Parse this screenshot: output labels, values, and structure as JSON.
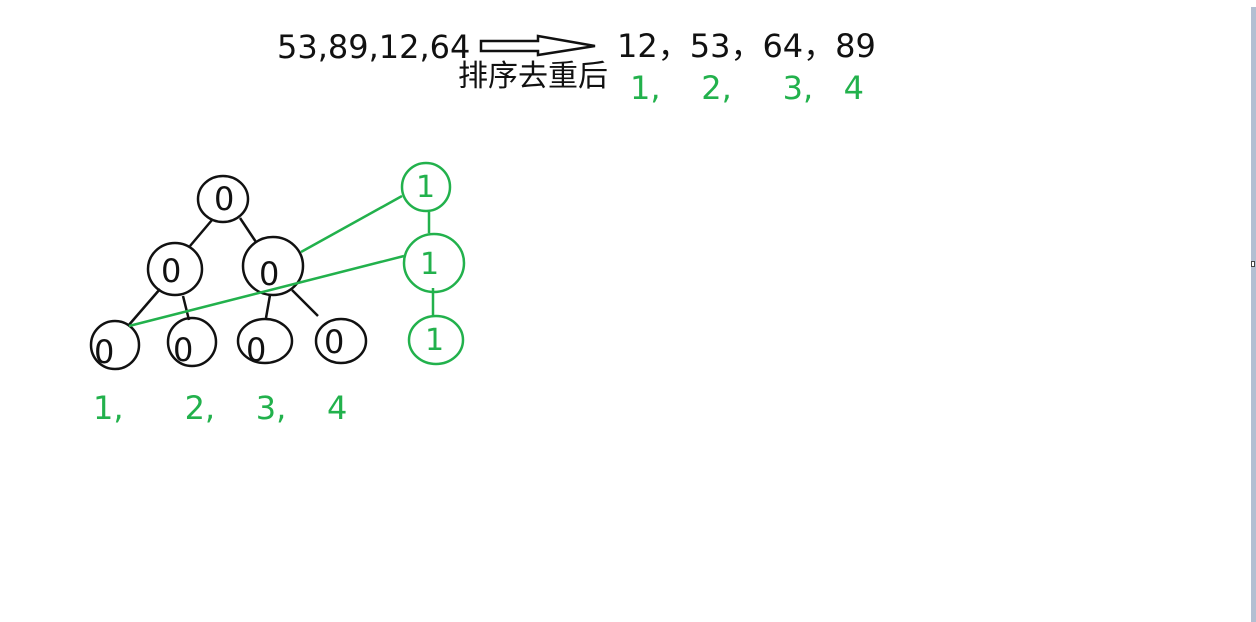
{
  "canvas": {
    "title_original": "53,89,12,64",
    "arrow_label": "排序去重后",
    "sorted_values": "12，53，64，89",
    "sorted_ranks": "1,    2,     3,   4",
    "leaf_ranks": "1,      2,    3,    4"
  },
  "tree": {
    "nodes": [
      "0",
      "0",
      "0",
      "0",
      "0",
      "0",
      "0"
    ],
    "node_value": "0"
  },
  "new_tree": {
    "nodes": [
      "1",
      "1",
      "1"
    ]
  },
  "colors": {
    "ink": "#111111",
    "highlight": "#22b14c",
    "frame": "#b3bfd2"
  }
}
